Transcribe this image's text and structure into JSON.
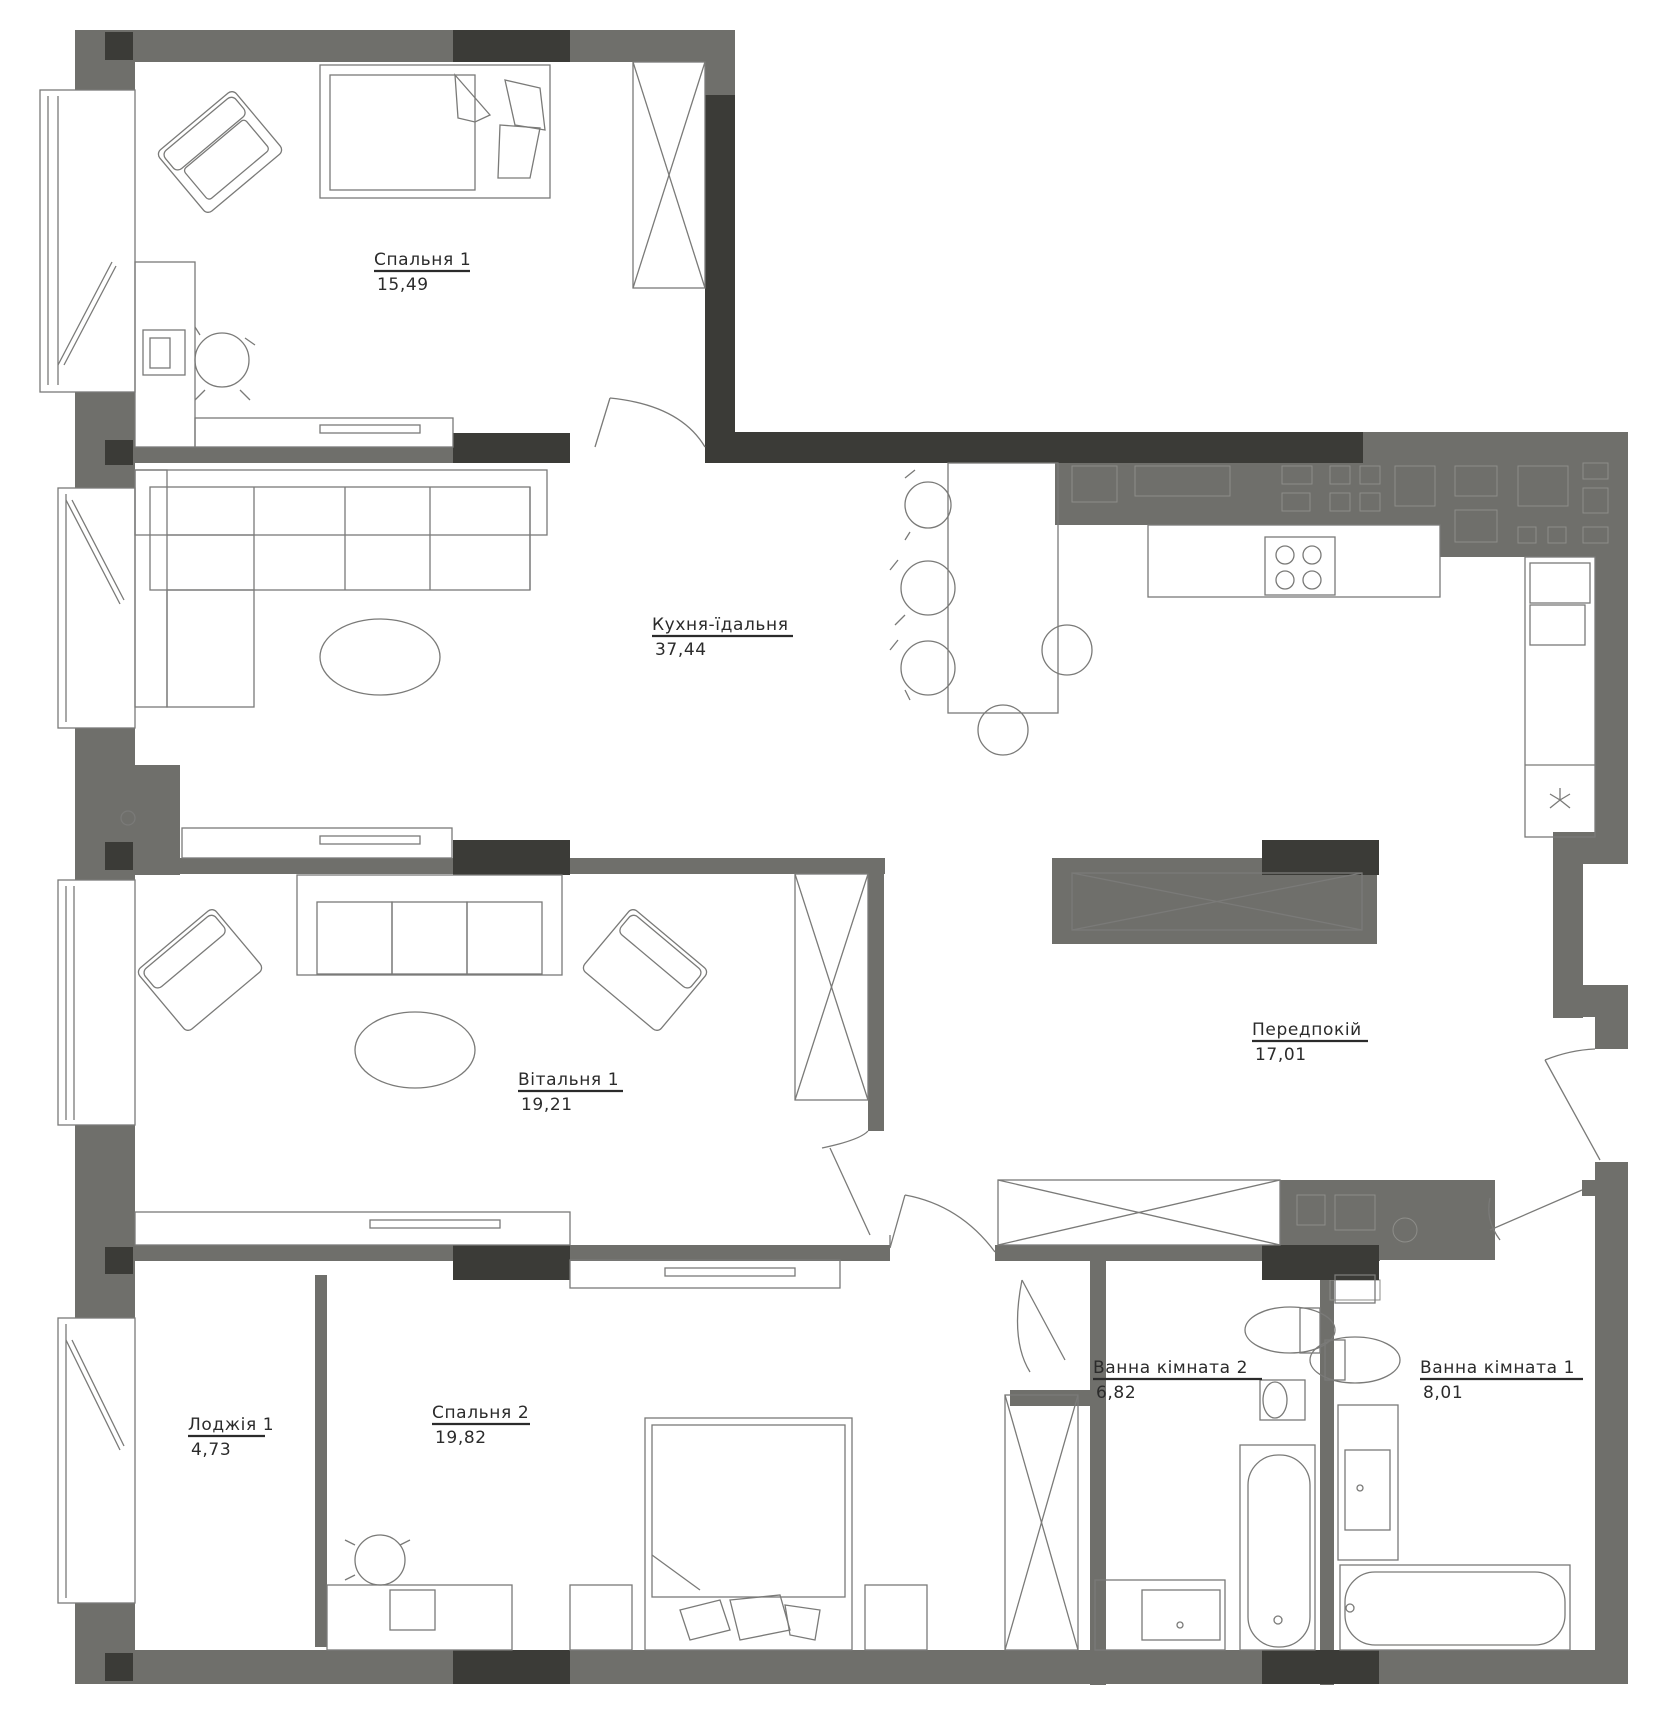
{
  "colors": {
    "wall": "#6f6f6b",
    "wall_dark": "#3b3b37",
    "furniture_line": "#7a7a78",
    "text": "#2b2b2b",
    "background": "#ffffff"
  },
  "rooms": {
    "bedroom1": {
      "name": "Спальня 1",
      "area": "15,49"
    },
    "kitchen": {
      "name": "Кухня-їдальня",
      "area": "37,44"
    },
    "living1": {
      "name": "Вітальня 1",
      "area": "19,21"
    },
    "hallway": {
      "name": "Передпокій",
      "area": "17,01"
    },
    "loggia1": {
      "name": "Лоджія 1",
      "area": "4,73"
    },
    "bedroom2": {
      "name": "Спальня 2",
      "area": "19,82"
    },
    "bath2": {
      "name": "Ванна кімната 2",
      "area": "6,82"
    },
    "bath1": {
      "name": "Ванна кімната 1",
      "area": "8,01"
    }
  }
}
